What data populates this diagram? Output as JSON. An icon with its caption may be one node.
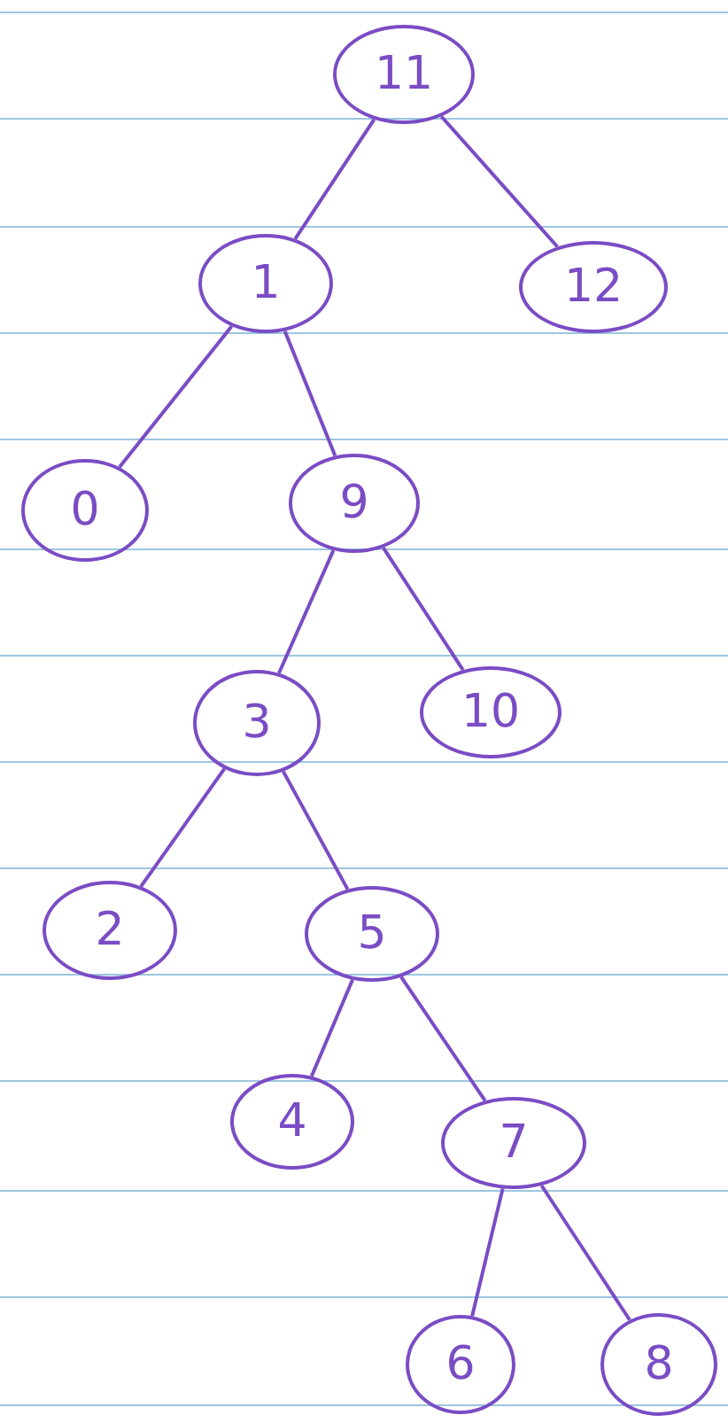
{
  "diagram": {
    "nodes": [
      {
        "text": [
          "11"
        ]
      },
      {
        "text": [
          "1"
        ]
      },
      {
        "text": [
          "12"
        ]
      },
      {
        "text": [
          "0"
        ]
      },
      {
        "text": [
          "9"
        ]
      },
      {
        "text": [
          "3"
        ]
      },
      {
        "text": [
          "10"
        ]
      },
      {
        "text": [
          "2"
        ]
      },
      {
        "text": [
          "5"
        ]
      },
      {
        "text": [
          "4"
        ]
      },
      {
        "text": [
          "7"
        ]
      },
      {
        "text": [
          "6"
        ]
      },
      {
        "text": [
          "8"
        ]
      }
    ],
    "edges": [
      {
        "from": 0,
        "to": 1,
        "arrow": "none"
      },
      {
        "from": 0,
        "to": 2,
        "arrow": "none"
      },
      {
        "from": 1,
        "to": 3,
        "arrow": "none"
      },
      {
        "from": 1,
        "to": 4,
        "arrow": "none"
      },
      {
        "from": 4,
        "to": 5,
        "arrow": "none"
      },
      {
        "from": 4,
        "to": 6,
        "arrow": "none"
      },
      {
        "from": 5,
        "to": 7,
        "arrow": "none"
      },
      {
        "from": 5,
        "to": 8,
        "arrow": "none"
      },
      {
        "from": 8,
        "to": 9,
        "arrow": "none"
      },
      {
        "from": 8,
        "to": 10,
        "arrow": "none"
      },
      {
        "from": 10,
        "to": 11,
        "arrow": "none"
      },
      {
        "from": 10,
        "to": 12,
        "arrow": "none"
      }
    ]
  }
}
